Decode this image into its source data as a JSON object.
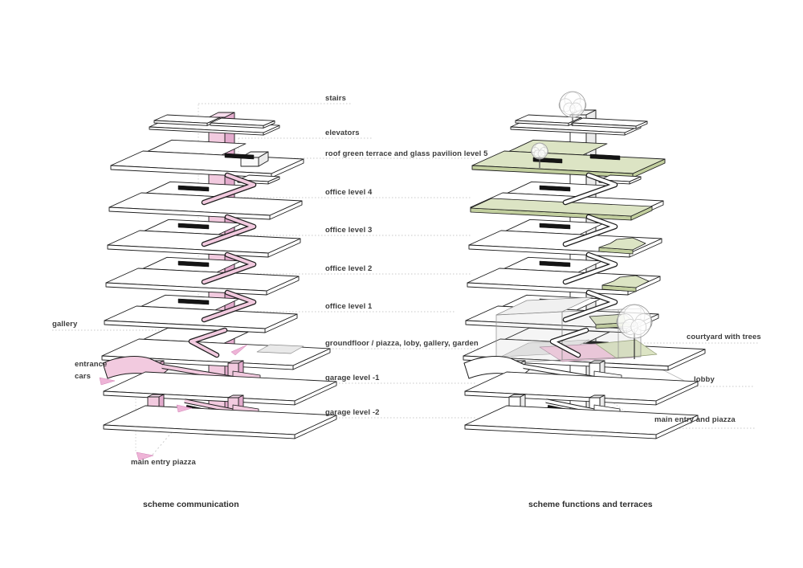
{
  "diagram_title_left": "scheme communication",
  "diagram_title_right": "scheme functions and terraces",
  "level_labels": [
    "stairs",
    "elevators",
    "roof green terrace and glass pavilion level 5",
    "office level 4",
    "office level 3",
    "office level 2",
    "office level 1",
    "groundfloor / piazza, loby, gallery, garden",
    "garage level -1",
    "garage level -2"
  ],
  "left_scheme": {
    "caption": "scheme communication",
    "labels": {
      "gallery": "gallery",
      "entrance_line1": "entrance",
      "entrance_line2": "cars",
      "main_entry": "main entry piazza"
    }
  },
  "right_scheme": {
    "caption": "scheme functions and terraces",
    "labels": {
      "courtyard": "courtyard with trees",
      "lobby": "lobby",
      "main_entry": "main entry and piazza"
    }
  },
  "colors": {
    "outline": "#1c1c1c",
    "pink": "#f2cadf",
    "pink_side": "#e3abcd",
    "pink_top": "#f7dcec",
    "green": "#dce4c4",
    "green_side": "#c2cf9e",
    "white": "#ffffff",
    "white_side": "#ececec",
    "gray_patch": "#e9e9e9",
    "glass_edge": "#8a8a8a",
    "black_bar": "#141414",
    "leader": "#c8c8c8",
    "tree": "#9c9c9c",
    "arrow": "#eeb4d7",
    "text": "#3c3c3c"
  }
}
